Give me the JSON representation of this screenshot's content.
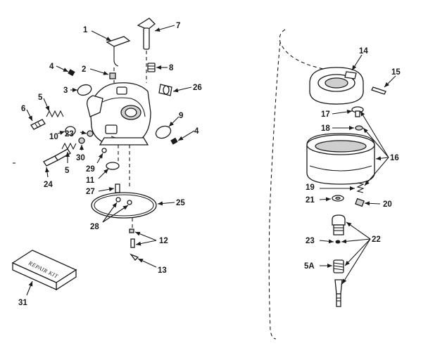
{
  "diagram": {
    "callouts": [
      "1",
      "2",
      "3",
      "4",
      "4",
      "5",
      "5",
      "6",
      "7",
      "8",
      "9",
      "10",
      "11",
      "12",
      "13",
      "14",
      "15",
      "16",
      "17",
      "18",
      "19",
      "20",
      "21",
      "22",
      "23",
      "23",
      "24",
      "25",
      "26",
      "27",
      "28",
      "29",
      "30",
      "31",
      "5A"
    ],
    "repair_kit_label": "REPAIR KIT"
  }
}
